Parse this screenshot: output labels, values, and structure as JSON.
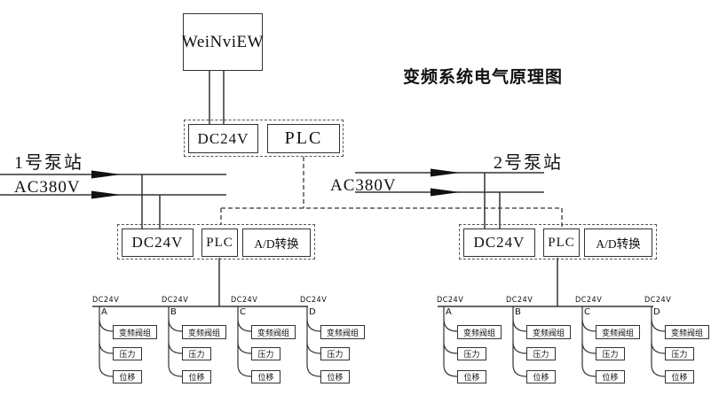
{
  "title": "变频系统电气原理图",
  "hmi": {
    "label": "WeiNviEW"
  },
  "control_cabinet": {
    "dc24v": "DC24V",
    "plc": "PLC"
  },
  "stations": [
    {
      "name": "1号泵站",
      "power": "AC380V",
      "cabinet": {
        "dc24v": "DC24V",
        "plc": "PLC",
        "ad": "A/D转换"
      },
      "branches": [
        {
          "supply": "DC24V",
          "id": "A",
          "devices": [
            "变频阀组",
            "压力",
            "位移"
          ]
        },
        {
          "supply": "DC24V",
          "id": "B",
          "devices": [
            "变频阀组",
            "压力",
            "位移"
          ]
        },
        {
          "supply": "DC24V",
          "id": "C",
          "devices": [
            "变频阀组",
            "压力",
            "位移"
          ]
        },
        {
          "supply": "DC24V",
          "id": "D",
          "devices": [
            "变频阀组",
            "压力",
            "位移"
          ]
        }
      ]
    },
    {
      "name": "2号泵站",
      "power": "AC380V",
      "cabinet": {
        "dc24v": "DC24V",
        "plc": "PLC",
        "ad": "A/D转换"
      },
      "branches": [
        {
          "supply": "DC24V",
          "id": "A",
          "devices": [
            "变频阀组",
            "压力",
            "位移"
          ]
        },
        {
          "supply": "DC24V",
          "id": "B",
          "devices": [
            "变频阀组",
            "压力",
            "位移"
          ]
        },
        {
          "supply": "DC24V",
          "id": "C",
          "devices": [
            "变频阀组",
            "压力",
            "位移"
          ]
        },
        {
          "supply": "DC24V",
          "id": "D",
          "devices": [
            "变频阀组",
            "压力",
            "位移"
          ]
        }
      ]
    }
  ]
}
